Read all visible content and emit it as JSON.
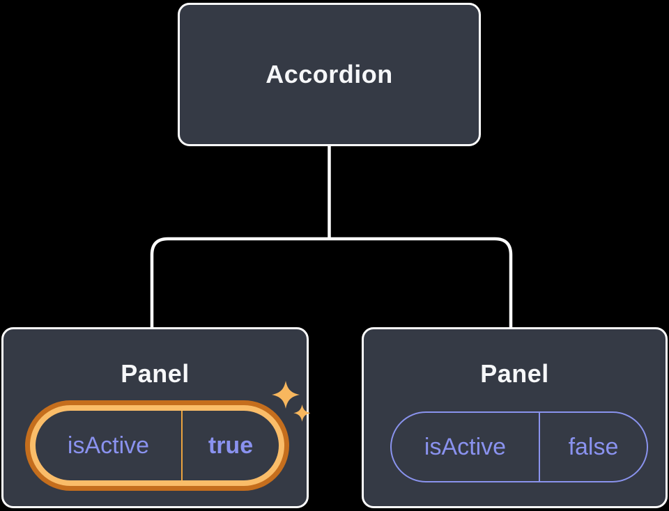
{
  "diagram": {
    "description": "Component tree: Accordion parent with two Panel children receiving an isActive prop",
    "root": {
      "label": "Accordion"
    },
    "children": [
      {
        "label": "Panel",
        "prop": {
          "name": "isActive",
          "value": "true"
        },
        "highlighted": true
      },
      {
        "label": "Panel",
        "prop": {
          "name": "isActive",
          "value": "false"
        },
        "highlighted": false
      }
    ],
    "icons": {
      "sparkles": "sparkles-icon"
    },
    "colors": {
      "background": "#000000",
      "node_fill": "#353a45",
      "node_border": "#ffffff",
      "connector": "#ffffff",
      "title_text": "#f6f7f9",
      "prop_text": "#8a92ef",
      "prop_border": "#8a93ee",
      "highlight_ring_outer": "#c56e1d",
      "highlight_ring_inner": "#fabd69",
      "highlight_divider": "#eda43f",
      "sparkle": "#f8b75e"
    }
  }
}
